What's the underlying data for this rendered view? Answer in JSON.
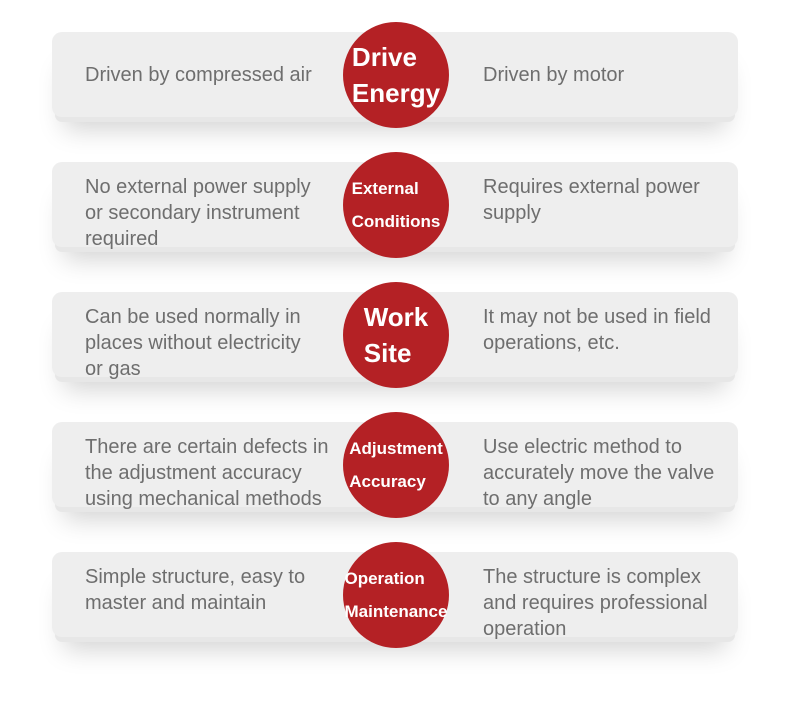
{
  "colors": {
    "page_bg": "#ffffff",
    "card_bg": "#eeeeee",
    "card_band": "#e7e7e7",
    "circle_red": "#b42125",
    "circle_text": "#ffffff",
    "text_gray": "#6e6e6e"
  },
  "rows": [
    {
      "variant": "large",
      "left_lines": [
        "Driven by compressed air"
      ],
      "circle_lines": [
        "Drive",
        "Energy"
      ],
      "right_lines": [
        "Driven by motor"
      ]
    },
    {
      "variant": "small",
      "left_lines": [
        "No external power supply",
        "or secondary instrument",
        "required"
      ],
      "circle_lines": [
        "External",
        "Conditions"
      ],
      "right_lines": [
        "Requires external power",
        "supply"
      ]
    },
    {
      "variant": "large",
      "left_lines": [
        "Can be used normally in",
        "places without electricity",
        "or gas"
      ],
      "circle_lines": [
        "Work",
        "Site"
      ],
      "right_lines": [
        "It may not be used in field",
        "operations, etc."
      ]
    },
    {
      "variant": "small",
      "left_lines": [
        "There are certain defects in",
        "the adjustment accuracy",
        "using mechanical methods"
      ],
      "circle_lines": [
        "Adjustment",
        "Accuracy"
      ],
      "right_lines": [
        "Use electric method to",
        "accurately move the valve",
        "to any angle"
      ]
    },
    {
      "variant": "small",
      "left_lines": [
        "Simple structure, easy to",
        "master and maintain"
      ],
      "circle_lines": [
        "Operation",
        "Maintenance"
      ],
      "right_lines": [
        "The structure is complex",
        "and requires professional",
        "operation"
      ]
    }
  ]
}
